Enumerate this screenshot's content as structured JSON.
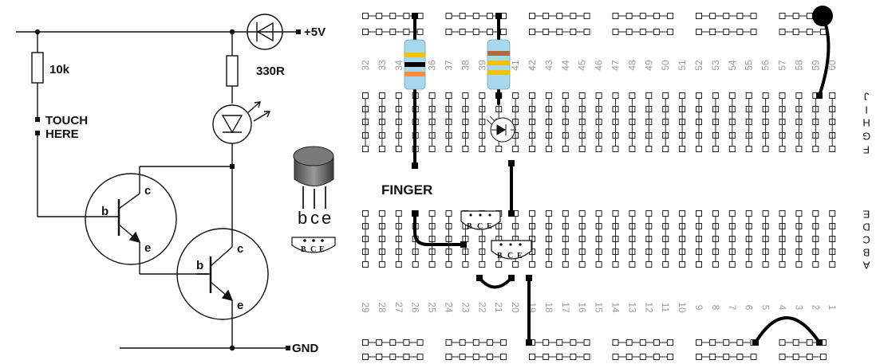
{
  "schematic": {
    "supply_label": "+5V",
    "ground_label": "GND",
    "resistor_10k_label": "10k",
    "resistor_330_label": "330R",
    "touch_label_1": "TOUCH",
    "touch_label_2": "HERE",
    "q1": {
      "b": "b",
      "c": "c",
      "e": "e"
    },
    "q2": {
      "b": "b",
      "c": "c",
      "e": "e"
    }
  },
  "transistor_package": {
    "pin_b": "b",
    "pin_c": "c",
    "pin_e": "e",
    "footprint": {
      "b": "B",
      "c": "C",
      "e": "E"
    }
  },
  "breadboard": {
    "finger_label": "FINGER",
    "top_column_numbers": [
      "32",
      "33",
      "34",
      "35",
      "36",
      "37",
      "38",
      "39",
      "40",
      "41",
      "42",
      "43",
      "44",
      "45",
      "46",
      "47",
      "48",
      "49",
      "50",
      "51",
      "52",
      "53",
      "54",
      "55",
      "56",
      "57",
      "58",
      "59",
      "60"
    ],
    "bottom_column_numbers": [
      "29",
      "28",
      "27",
      "26",
      "25",
      "24",
      "23",
      "22",
      "21",
      "20",
      "19",
      "18",
      "17",
      "16",
      "15",
      "14",
      "13",
      "12",
      "11",
      "10",
      "9",
      "8",
      "7",
      "6",
      "5",
      "4",
      "3",
      "2",
      "1"
    ],
    "upper_row_letters": [
      "J",
      "I",
      "H",
      "G",
      "F"
    ],
    "lower_row_letters": [
      "E",
      "D",
      "C",
      "B",
      "A"
    ],
    "transistor_1_pins": {
      "b": "B",
      "c": "C",
      "e": "E"
    },
    "transistor_2_pins": {
      "b": "B",
      "c": "C",
      "e": "E"
    }
  }
}
